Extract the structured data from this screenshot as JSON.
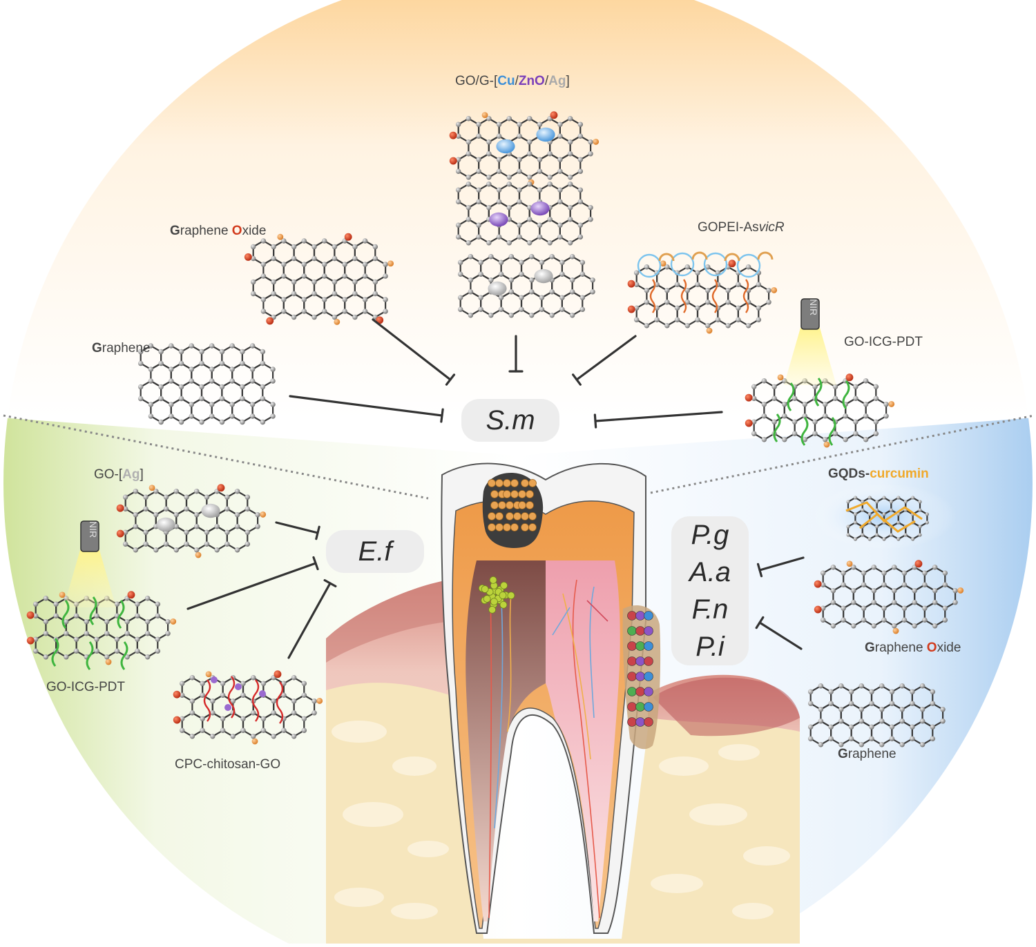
{
  "colors": {
    "top_region": "#fde3b8",
    "left_region": "#d6e7a6",
    "right_region": "#b9d6f2",
    "carbon": "#8d8d8d",
    "oxygen": "#d23b1d",
    "hydroxyl": "#e9913b",
    "cu": "#4fa6e8",
    "zno": "#8a55c6",
    "ag": "#bdbdbd",
    "curcumin": "#f0a92a",
    "enamel": "#f5f5f5",
    "dentin": "#f2a65a",
    "pulp_left": "#8b5a4e",
    "pulp_right": "#f2b6bf",
    "gum": "#e9b7ad",
    "bone": "#f6e6bd"
  },
  "labels": {
    "graphene_top": {
      "a": "G",
      "b": "raphene"
    },
    "graphene_oxide_top": {
      "a": "G",
      "b": "raphene ",
      "c": "O",
      "d": "xide"
    },
    "go_metal": {
      "pre": "GO/G-[",
      "cu": "Cu",
      "s1": "/",
      "zno": "ZnO",
      "s2": "/",
      "ag": "Ag",
      "post": "]"
    },
    "gopei": {
      "pre": "GOPEI-As",
      "ital": "vicR"
    },
    "go_icg_pdt_right": "GO-ICG-PDT",
    "go_ag": {
      "pre": "GO-[",
      "ag": "Ag",
      "post": "]"
    },
    "go_icg_pdt_left": "GO-ICG-PDT",
    "cpc": "CPC-chitosan-GO",
    "gqds": {
      "pre": "GQDs-",
      "cur": "curcumin"
    },
    "graphene_oxide_right": {
      "a": "G",
      "b": "raphene ",
      "c": "O",
      "d": "xide"
    },
    "graphene_right": {
      "a": "G",
      "b": "raphene"
    },
    "nir": "NIR"
  },
  "targets": {
    "sm": "S.m",
    "ef": "E.f",
    "perio": [
      "P.g",
      "A.a",
      "F.n",
      "P.i"
    ]
  }
}
